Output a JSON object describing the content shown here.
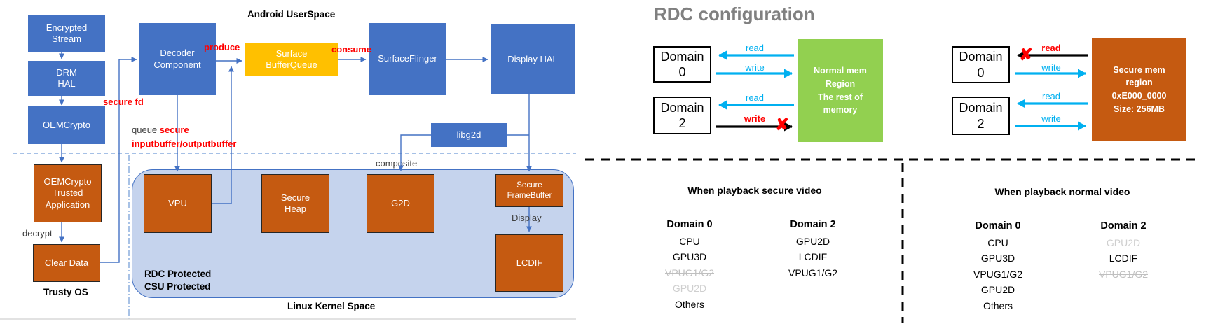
{
  "colors": {
    "box_blue": "#4472C4",
    "box_orange": "#C55A11",
    "buffer_yellow": "#FFC000",
    "mem_green": "#92D050",
    "arrow_cyan": "#00B0F0",
    "blocked_red": "#FF0000",
    "title_gray": "#808080",
    "container_fill": "#C5D3ED"
  },
  "left": {
    "userspace_label": "Android UserSpace",
    "trusty_label": "Trusty OS",
    "kernel_label": "Linux Kernel Space",
    "container_label": "RDC Protected\nCSU Protected",
    "boxes": {
      "encrypted_stream": "Encrypted\nStream",
      "drm_hal": "DRM\nHAL",
      "oemcrypto": "OEMCrypto",
      "decoder": "Decoder\nComponent",
      "buffer_queue": "Surface\nBufferQueue",
      "surfaceflinger": "SurfaceFlinger",
      "display_hal": "Display HAL",
      "libg2d": "libg2d",
      "oemcrypto_ta": "OEMCrypto\nTrusted\nApplication",
      "clear_data": "Clear Data",
      "vpu": "VPU",
      "secure_heap": "Secure\nHeap",
      "g2d": "G2D",
      "secure_framebuffer": "Secure\nFrameBuffer",
      "lcdif": "LCDIF"
    },
    "flow_labels": {
      "produce": "produce",
      "consume": "consume",
      "secure_fd": "secure fd",
      "queue_prefix": "queue ",
      "queue_secure": "secure",
      "queue_line2": "inputbuffer/outputbuffer",
      "composite": "composite",
      "display": "Display",
      "decrypt": "decrypt"
    }
  },
  "right": {
    "title": "RDC configuration",
    "cross_mark": "✘",
    "normal_mem": {
      "domain0": "Domain\n0",
      "domain2": "Domain\n2",
      "mem_label": "Normal mem\nRegion\nThe rest of\nmemory",
      "d0_read": "read",
      "d0_write": "write",
      "d2_read": "read",
      "d2_write": "write"
    },
    "secure_mem": {
      "domain0": "Domain\n0",
      "domain2": "Domain\n2",
      "mem_label": "Secure mem\nregion\n0xE000_0000\nSize: 256MB",
      "d0_read": "read",
      "d0_write": "write",
      "d2_read": "read",
      "d2_write": "write"
    },
    "tables": [
      {
        "title": "When playback secure video",
        "columns": [
          {
            "header": "Domain 0",
            "items": [
              {
                "label": "CPU",
                "state": "normal"
              },
              {
                "label": "GPU3D",
                "state": "normal"
              },
              {
                "label": "VPUG1/G2",
                "state": "disabled-strike"
              },
              {
                "label": "GPU2D",
                "state": "disabled"
              },
              {
                "label": "Others",
                "state": "normal"
              }
            ]
          },
          {
            "header": "Domain 2",
            "items": [
              {
                "label": "GPU2D",
                "state": "normal"
              },
              {
                "label": "LCDIF",
                "state": "normal"
              },
              {
                "label": "VPUG1/G2",
                "state": "normal"
              }
            ]
          }
        ]
      },
      {
        "title": "When playback normal video",
        "columns": [
          {
            "header": "Domain 0",
            "items": [
              {
                "label": "CPU",
                "state": "normal"
              },
              {
                "label": "GPU3D",
                "state": "normal"
              },
              {
                "label": "VPUG1/G2",
                "state": "normal"
              },
              {
                "label": "GPU2D",
                "state": "normal"
              },
              {
                "label": "Others",
                "state": "normal"
              }
            ]
          },
          {
            "header": "Domain 2",
            "items": [
              {
                "label": "GPU2D",
                "state": "disabled"
              },
              {
                "label": "LCDIF",
                "state": "normal"
              },
              {
                "label": "VPUG1/G2",
                "state": "disabled-strike"
              }
            ]
          }
        ]
      }
    ]
  }
}
